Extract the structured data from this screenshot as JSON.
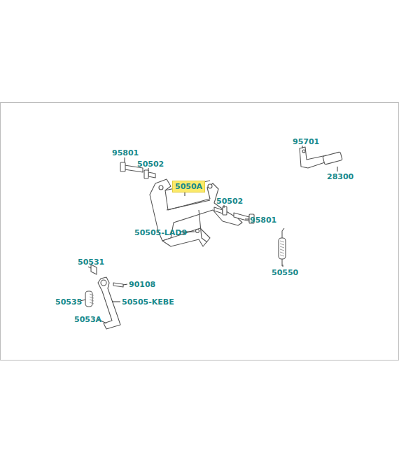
{
  "diagram": {
    "nodes": [
      {
        "text": [
          "5050A"
        ]
      }
    ],
    "labels": [
      "95801",
      "50502",
      "95701",
      "28300",
      "50502",
      "95801",
      "50505-LAD9",
      "50550",
      "50531",
      "90108",
      "50535",
      "50505-KEBE",
      "5053A"
    ]
  }
}
